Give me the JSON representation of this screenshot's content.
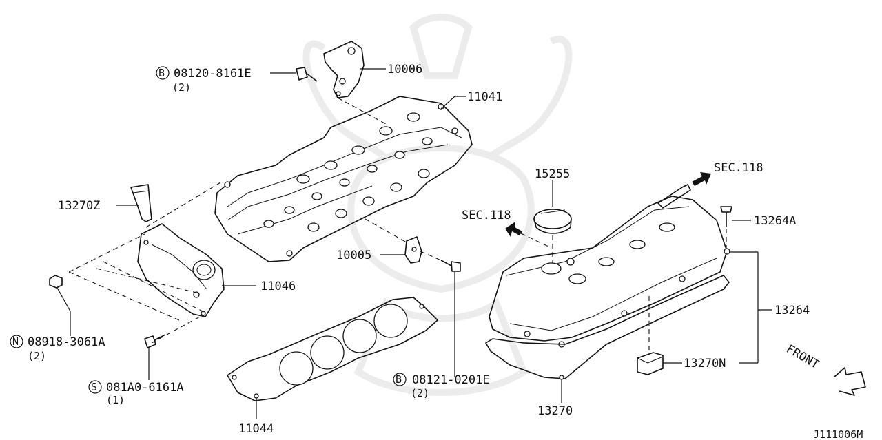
{
  "diagram_code": "J111006M",
  "labels": {
    "p10006": "10006",
    "p11041": "11041",
    "bolt_08120_prefix": "B",
    "bolt_08120": "08120-8161E",
    "bolt_08120_qty": "(2)",
    "p13270z": "13270Z",
    "p11046": "11046",
    "nut_prefix": "N",
    "nut_08918": "08918-3061A",
    "nut_qty": "(2)",
    "screw_prefix": "S",
    "screw_081a0": "081A0-6161A",
    "screw_qty": "(1)",
    "p11044": "11044",
    "p10005": "10005",
    "bolt_08121_prefix": "B",
    "bolt_08121": "08121-0201E",
    "bolt_08121_qty": "(2)",
    "sec118_left": "SEC.118",
    "sec118_right": "SEC.118",
    "p15255": "15255",
    "p13264a": "13264A",
    "p13264": "13264",
    "p13270n": "13270N",
    "p13270": "13270",
    "front": "FRONT"
  }
}
